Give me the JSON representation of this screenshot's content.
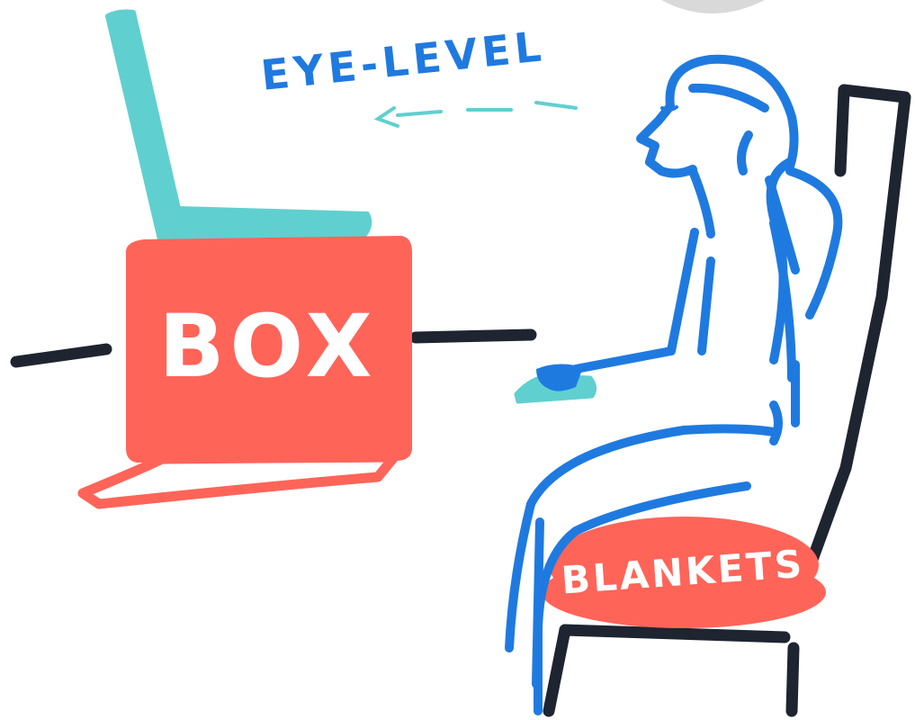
{
  "labels": {
    "eye_level": "EYE-LEVEL",
    "box": "BOX",
    "blankets": "BLANKETS"
  },
  "colors": {
    "person_line": "#1f7ae0",
    "laptop": "#5fd0cf",
    "box_fill": "#ff6459",
    "box_text": "#ffffff",
    "desk_line": "#1e2430",
    "chair_line": "#1e2430",
    "cushion_fill": "#ff6459",
    "moon_grey": "#d9d9d9",
    "eye_level_text": "#1f7ae0",
    "sightline": "#5fd0cf"
  },
  "icons": {
    "laptop": "laptop-icon",
    "mouse": "mouse-icon",
    "chair": "chair-icon",
    "person": "seated-person-icon"
  }
}
